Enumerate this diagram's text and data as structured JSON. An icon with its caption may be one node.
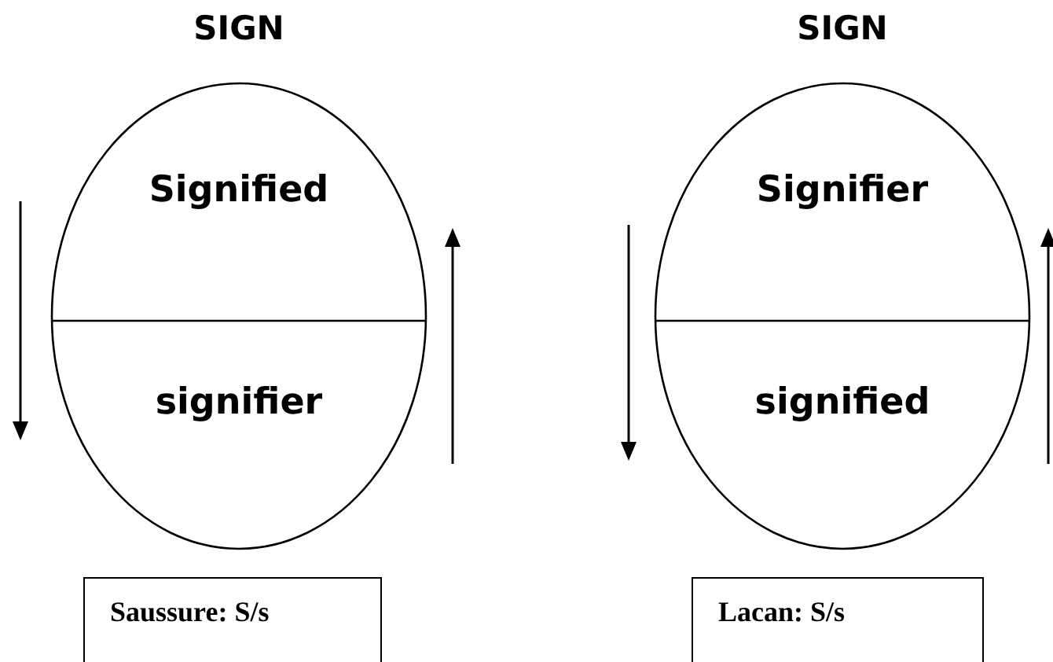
{
  "diagram": {
    "nodes": [
      {
        "text": [
          "SIGN",
          "Signified",
          "signifier"
        ]
      },
      {
        "text": [
          "SIGN",
          "Signifier",
          "signified"
        ]
      },
      {
        "text": [
          "Saussure: S/s"
        ]
      },
      {
        "text": [
          "Lacan: S/s"
        ]
      }
    ],
    "edges": []
  }
}
